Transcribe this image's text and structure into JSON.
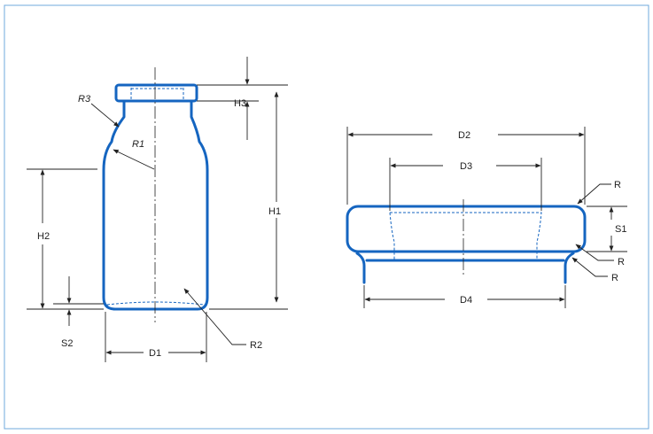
{
  "colors": {
    "part": "#1565c0",
    "frame": "#6fa8dc",
    "dimension": "#222222"
  },
  "bottle": {
    "labels": {
      "r3": "R3",
      "r1": "R1",
      "h3": "H3",
      "h1": "H1",
      "h2": "H2",
      "s2": "S2",
      "d1": "D1",
      "r2": "R2"
    }
  },
  "stopper": {
    "labels": {
      "d2": "D2",
      "d3": "D3",
      "r_top": "R",
      "s1": "S1",
      "r_mid": "R",
      "r_bottom": "R",
      "d4": "D4"
    }
  }
}
